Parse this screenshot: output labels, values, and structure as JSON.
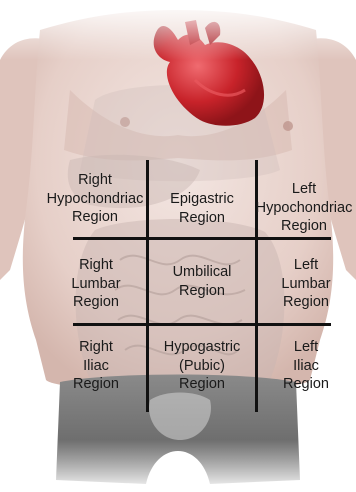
{
  "regions": [
    {
      "id": "right-hypochondriac",
      "lines": [
        "Right",
        "Hypochondriac",
        "Region"
      ]
    },
    {
      "id": "epigastric",
      "lines": [
        "Epigastric",
        "Region"
      ]
    },
    {
      "id": "left-hypochondriac",
      "lines": [
        "Left",
        "Hypochondriac",
        "Region"
      ]
    },
    {
      "id": "right-lumbar",
      "lines": [
        "Right",
        "Lumbar",
        "Region"
      ]
    },
    {
      "id": "umbilical",
      "lines": [
        "Umbilical",
        "Region"
      ]
    },
    {
      "id": "left-lumbar",
      "lines": [
        "Left",
        "Lumbar",
        "Region"
      ]
    },
    {
      "id": "right-iliac",
      "lines": [
        "Right",
        "Iliac",
        "Region"
      ]
    },
    {
      "id": "hypogastric",
      "lines": [
        "Hypogastric",
        "(Pubic)",
        "Region"
      ]
    },
    {
      "id": "left-iliac",
      "lines": [
        "Left",
        "Iliac",
        "Region"
      ]
    }
  ],
  "colors": {
    "skin": "#e9d6d0",
    "skin_shadow": "#cfb3ab",
    "organ_overlay": "#c9b8b4",
    "heart": "#c8232a",
    "heart_highlight": "#ef6a6e",
    "shorts": "#7d7d7d",
    "grid_line": "#111111",
    "text": "#1a1a1a"
  }
}
